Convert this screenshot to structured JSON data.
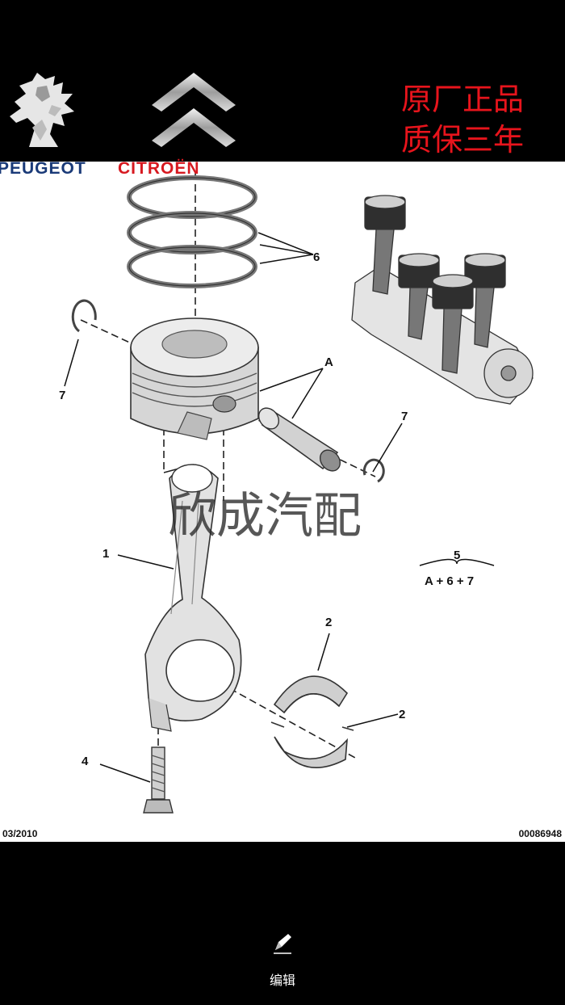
{
  "header": {
    "brand_left": "PEUGEOT",
    "brand_right": "CITROËN",
    "badge_line1": "原厂正品",
    "badge_line2": "质保三年"
  },
  "diagram": {
    "callouts": {
      "c1": "1",
      "c2a": "2",
      "c2b": "2",
      "c4": "4",
      "c5": "5",
      "c5_formula": "A + 6 + 7",
      "c6": "6",
      "c7a": "7",
      "c7b": "7",
      "cA": "A"
    },
    "date_code": "03/2010",
    "doc_number": "00086948",
    "watermark": "欣成汽配"
  },
  "footer": {
    "edit_label": "编辑"
  },
  "colors": {
    "accent_red": "#e8141c",
    "citroen_red": "#d71920",
    "background": "#000000"
  },
  "icons": [
    "peugeot-lion-logo",
    "citroen-chevron-logo",
    "edit-pen-icon"
  ]
}
